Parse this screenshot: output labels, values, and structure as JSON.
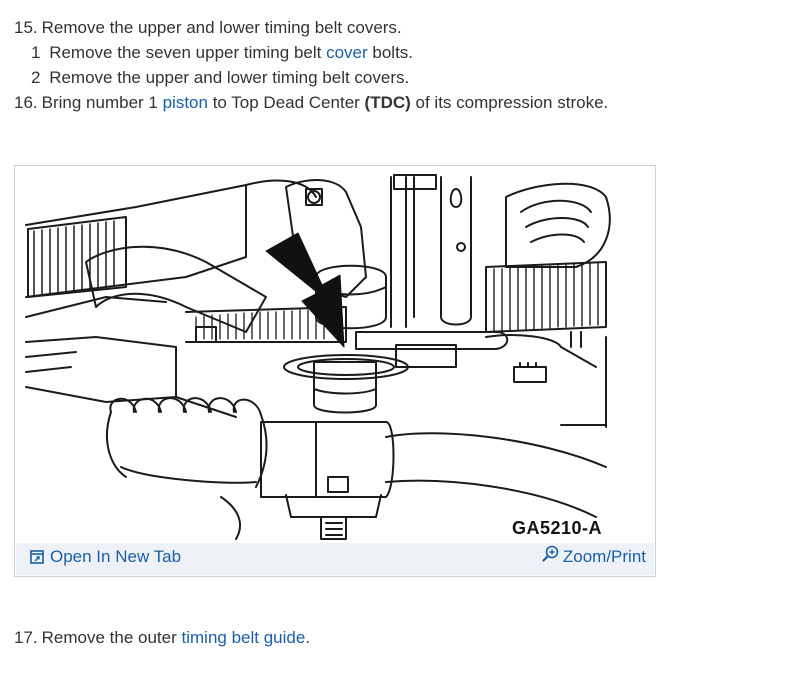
{
  "steps": [
    {
      "num": "15.",
      "text": "Remove the upper and lower timing belt covers."
    },
    {
      "num": "1",
      "pre": "Remove the seven upper timing belt ",
      "link": "cover",
      "post": " bolts."
    },
    {
      "num": "2",
      "text": "Remove the upper and lower timing belt covers."
    },
    {
      "num": "16.",
      "pre": "Bring number 1 ",
      "link": "piston",
      "mid": " to Top Dead Center ",
      "bold": "(TDC)",
      "post": " of its compression stroke."
    },
    {
      "num": "17.",
      "pre": "Remove the outer ",
      "link": "timing belt guide",
      "post": "."
    }
  ],
  "figure": {
    "code": "GA5210-A",
    "open_tab_label": "Open In New Tab",
    "zoom_label": "Zoom/Print",
    "icons": {
      "open_tab": "open-tab-icon",
      "zoom": "zoom-in-icon"
    }
  },
  "colors": {
    "link": "#1a5fa8",
    "text": "#333333",
    "bar": "#eef2f6",
    "border": "#c9d3dc"
  }
}
